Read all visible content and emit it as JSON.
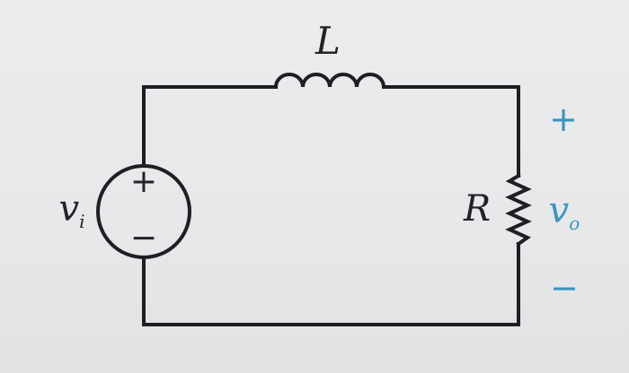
{
  "diagram": {
    "inductor_label": "L",
    "resistor_label": "R",
    "input_voltage": {
      "symbol": "v",
      "subscript": "i"
    },
    "output_voltage": {
      "symbol": "v",
      "subscript": "o"
    },
    "source_plus": "+",
    "source_minus": "−",
    "output_plus": "+",
    "output_minus": "−",
    "colors": {
      "wire": "#1e1f22",
      "text": "#222328",
      "output_annotation": "#3b94c0"
    }
  }
}
